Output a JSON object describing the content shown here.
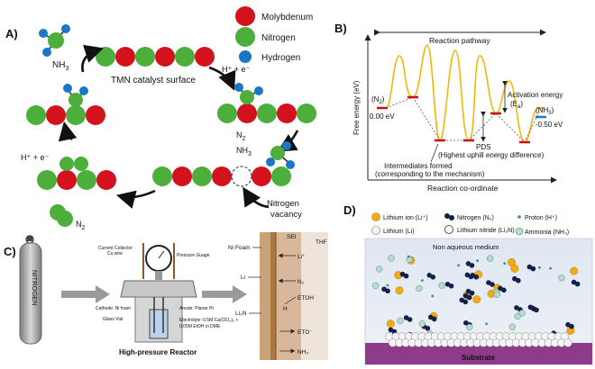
{
  "panelA": {
    "label": "A)",
    "legend": {
      "mo": "Molybdenum",
      "n": "Nitrogen",
      "h": "Hydrogen"
    },
    "surface_label": "TMN catalyst surface",
    "nh3": "NH",
    "nh3_sub": "3",
    "step1": "H⁺ + e⁻",
    "step_left": "H⁺ + e⁻",
    "n2_label_1": "N",
    "n2_label_sub": "2",
    "n2_label_2": "N",
    "nh3_right": "NH",
    "vacancy_1": "Nitrogen",
    "vacancy_2": "vacancy",
    "colors": {
      "mo": "#d4121d",
      "n": "#4caf3c",
      "h": "#1c76c8"
    }
  },
  "panelB": {
    "label": "B)",
    "pathway": "Reaction pathway",
    "ylabel": "Free energy (eV)",
    "xlabel": "Reaction co-ordinate",
    "n2": "(N",
    "n2_sub": "2",
    "n2_close": ")",
    "e0": "0.00 eV",
    "nh3": "(NH",
    "nh3_sub": "3",
    "nh3_close": ")",
    "e1": "-0.50 eV",
    "act1": "Activation energy",
    "act2": "(E",
    "act2_sub": "a",
    "act2_close": ")",
    "pds1": "PDS",
    "pds2": "(Highest uphill energy difference)",
    "inter1": "Intermediates formed",
    "inter2": "(corresponding to the mechanism)"
  },
  "panelC": {
    "label": "C)",
    "cylinder": "NITROGEN",
    "current_collector_1": "Current Collector:",
    "current_collector_2": "Cu wire",
    "pressure_gauge": "Pressure Guage",
    "cathode": "Cathode: Ni foam",
    "anode": "Anode: Planar Pt",
    "glass_vial": "Glass Vial",
    "electrolyte_1": "Electrolyte: 0.5M Ca(ClO₄)₂ +",
    "electrolyte_2": "0.05M EtOH in DME",
    "reactor": "High-pressure Reactor",
    "sei": "SEI",
    "thf": "THF",
    "ni_foam": "Ni Foam",
    "li": "Li",
    "li3n": "Li₃N",
    "li_plus": "Li⁺",
    "n2": "N₂",
    "etoh": "ETOH",
    "h": "H",
    "eto": "ETO⁻",
    "nh3": "NH₃"
  },
  "panelD": {
    "label": "D)",
    "legend": {
      "li_ion": "Lithium ion (Li⁺)",
      "nitrogen": "Nitrogen (N₂)",
      "proton": "Proton (H⁺)",
      "lithium": "Lithium (Li)",
      "li_nitride": "Lithium nitride (Li₃N)",
      "ammonia": "Ammonia (NH₃)"
    },
    "medium": "Non aqueous medium",
    "substrate": "Substrate"
  }
}
